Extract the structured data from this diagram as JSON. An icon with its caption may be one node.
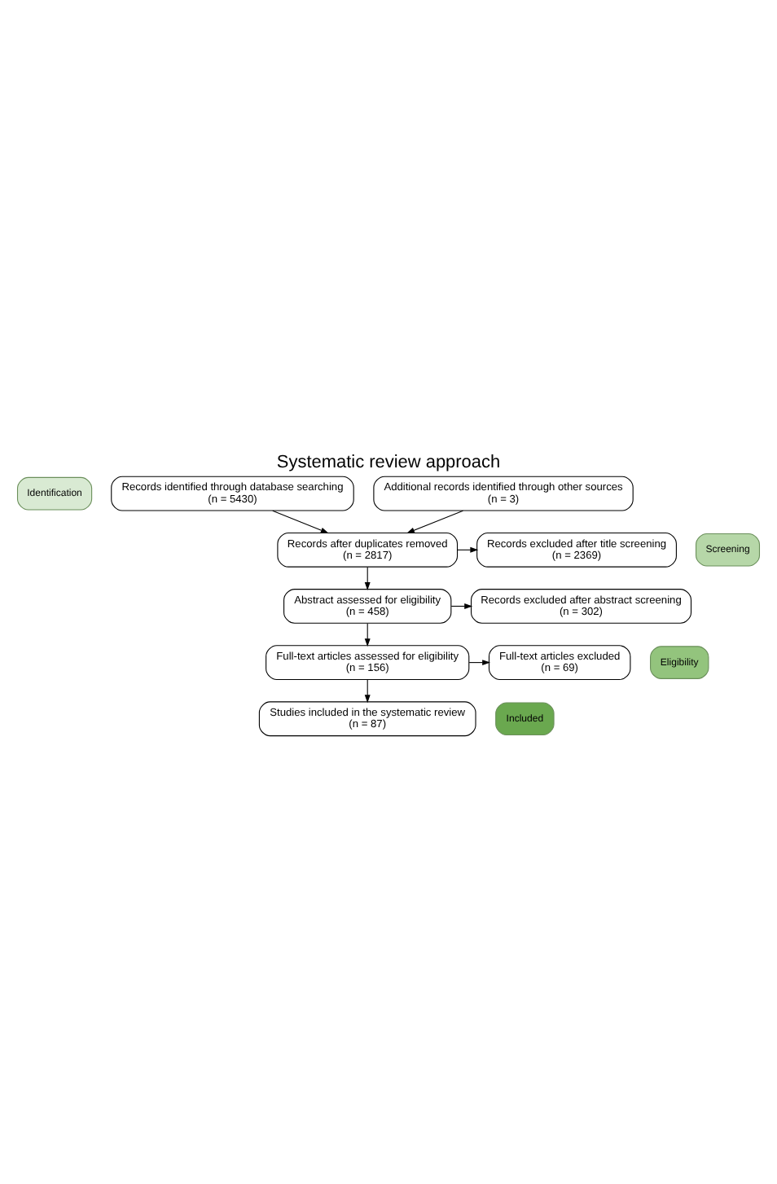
{
  "diagram": {
    "title": "Systematic review approach",
    "nodes": [
      {
        "text": [
          "Identification"
        ]
      },
      {
        "text": [
          "Records identified through database searching",
          "(n = 5430)"
        ]
      },
      {
        "text": [
          "Additional records identified through other sources",
          "(n = 3)"
        ]
      },
      {
        "text": [
          "Screening"
        ]
      },
      {
        "text": [
          "Records after duplicates removed",
          "(n = 2817)"
        ]
      },
      {
        "text": [
          "Records excluded after title screening",
          "(n = 2369)"
        ]
      },
      {
        "text": [
          "Abstract assessed for eligibility",
          "(n = 458)"
        ]
      },
      {
        "text": [
          "Records excluded after abstract screening",
          "(n = 302)"
        ]
      },
      {
        "text": [
          "Eligibility"
        ]
      },
      {
        "text": [
          "Full-text articles assessed for eligibility",
          "(n = 156)"
        ]
      },
      {
        "text": [
          "Full-text articles excluded",
          "(n = 69)"
        ]
      },
      {
        "text": [
          "Included"
        ]
      },
      {
        "text": [
          "Studies included in the systematic review",
          "(n = 87)"
        ]
      }
    ],
    "edges": [
      {
        "from": 1,
        "to": 4,
        "arrow": "to"
      },
      {
        "from": 2,
        "to": 4,
        "arrow": "to"
      },
      {
        "from": 4,
        "to": 5,
        "arrow": "to"
      },
      {
        "from": 4,
        "to": 6,
        "arrow": "to"
      },
      {
        "from": 6,
        "to": 7,
        "arrow": "to"
      },
      {
        "from": 6,
        "to": 9,
        "arrow": "to"
      },
      {
        "from": 9,
        "to": 10,
        "arrow": "to"
      },
      {
        "from": 9,
        "to": 12,
        "arrow": "to"
      }
    ]
  }
}
